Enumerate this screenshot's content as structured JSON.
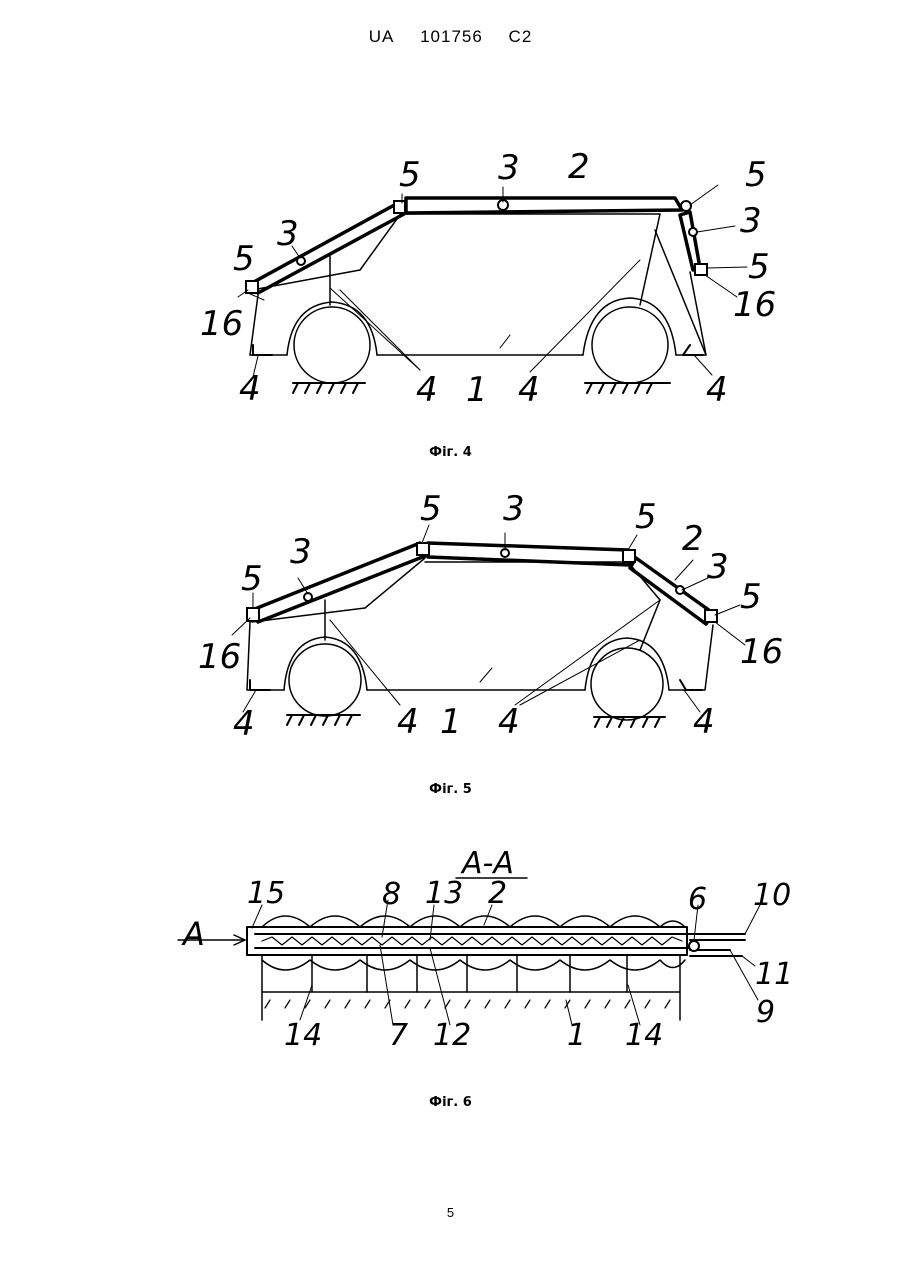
{
  "header": {
    "country": "UA",
    "number": "101756",
    "kind": "C2"
  },
  "figures": [
    {
      "id": "fig4",
      "caption": "Фіг. 4",
      "labels": [
        "5",
        "3",
        "2",
        "5",
        "3",
        "5",
        "3",
        "5",
        "16",
        "16",
        "4",
        "4",
        "1",
        "4",
        "4"
      ]
    },
    {
      "id": "fig5",
      "caption": "Фіг. 5",
      "labels": [
        "5",
        "3",
        "5",
        "2",
        "3",
        "5",
        "3",
        "5",
        "16",
        "16",
        "4",
        "4",
        "1",
        "4",
        "4"
      ]
    },
    {
      "id": "fig6",
      "caption": "Фіг. 6",
      "section": "А-А",
      "arrow": "А",
      "labels": [
        "15",
        "8",
        "13",
        "2",
        "6",
        "10",
        "11",
        "9",
        "14",
        "7",
        "12",
        "1",
        "14"
      ]
    }
  ],
  "page_number": "5"
}
